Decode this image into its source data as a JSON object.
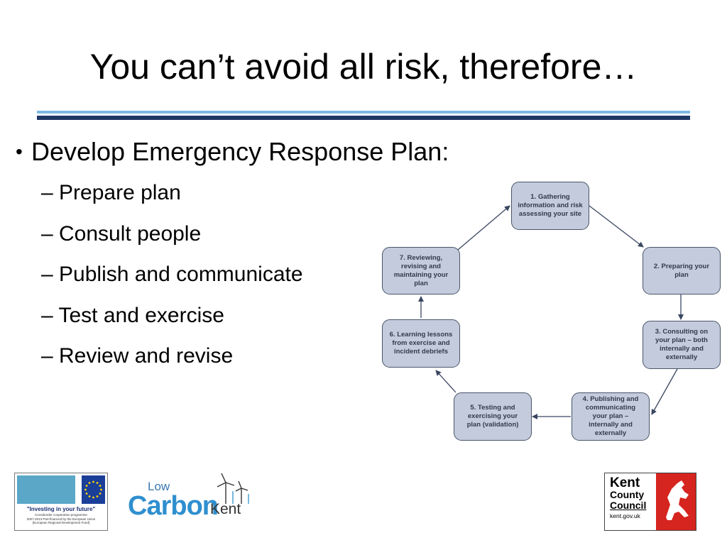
{
  "slide": {
    "title": "You can’t avoid all risk, therefore…",
    "bullet_symbol": "•",
    "bullet": "Develop Emergency Response Plan:",
    "subitems": [
      "– Prepare plan",
      "– Consult people",
      "– Publish and communicate",
      "– Test and exercise",
      "– Review and revise"
    ]
  },
  "cycle": {
    "nodes": [
      "1. Gathering information and risk assessing your site",
      "2. Preparing your plan",
      "3. Consulting on your plan – both internally and externally",
      "4. Publishing and communicating your plan – internally and externally",
      "5. Testing and exercising your plan (validation)",
      "6. Learning lessons from exercise and incident debriefs",
      "7. Reviewing, revising and maintaining your plan"
    ]
  },
  "logos": {
    "eu": {
      "slogan": "\"Investing in your future\"",
      "lines": [
        "Crossborder cooperation programme",
        "2007-2013 Part-financed by the European Union",
        "(European Regional Development Fund)"
      ]
    },
    "low_carbon_kent": {
      "low": "Low",
      "carbon": "Carbon",
      "kent": "Kent"
    },
    "kent_county_council": {
      "kent": "Kent",
      "county": "County",
      "council": "Council",
      "url": "kent.gov.uk"
    }
  },
  "colors": {
    "node_fill": "#c3cbdc",
    "node_border": "#4a5568",
    "rule_light": "#7fb8e0",
    "rule_dark": "#1f3864",
    "kent_red": "#d6241f"
  }
}
